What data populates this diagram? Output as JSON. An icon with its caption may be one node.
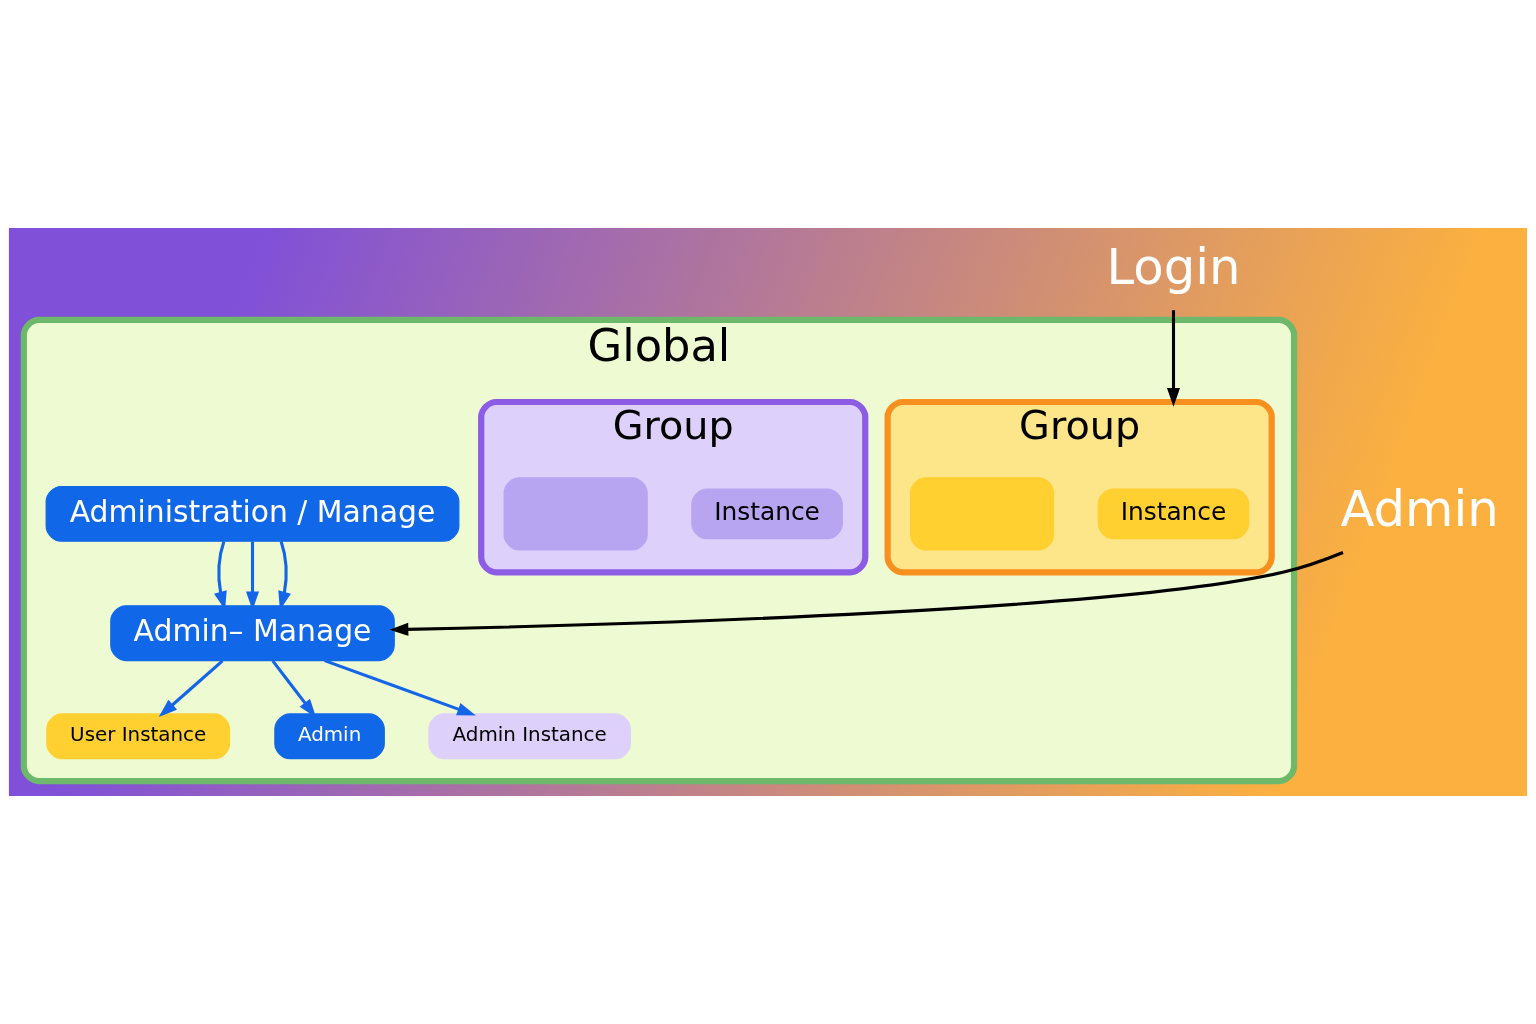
{
  "diagram": {
    "nodes": [
      {
        "text": [
          "Login"
        ]
      },
      {
        "text": [
          "Admin"
        ]
      },
      {
        "text": [
          "Global"
        ]
      },
      {
        "text": [
          "Group"
        ],
        "in": 2
      },
      {
        "text": [
          "Instance"
        ],
        "in": 3
      },
      {
        "text": [],
        "shape": "box",
        "in": 3
      },
      {
        "text": [
          "Group"
        ],
        "in": 2
      },
      {
        "text": [
          "Instance"
        ],
        "in": 6
      },
      {
        "text": [],
        "shape": "box",
        "in": 6
      },
      {
        "text": [
          "Administration / Manage"
        ],
        "in": 2
      },
      {
        "text": [
          "Admin– Manage"
        ],
        "in": 2
      },
      {
        "text": [
          "User Instance"
        ],
        "in": 2
      },
      {
        "text": [
          "Admin"
        ],
        "in": 2
      },
      {
        "text": [
          "Admin Instance"
        ],
        "in": 2
      }
    ],
    "edges": [
      {
        "from": 0,
        "to": 3,
        "arrow": "to",
        "color": "#000000"
      },
      {
        "from": 1,
        "to": 10,
        "arrow": "to",
        "color": "#000000"
      },
      {
        "from": 9,
        "to": 10,
        "arrow": "to"
      },
      {
        "from": 9,
        "to": 10,
        "arrow": "to"
      },
      {
        "from": 9,
        "to": 10,
        "arrow": "to"
      },
      {
        "from": 10,
        "to": 11,
        "arrow": "to"
      },
      {
        "from": 10,
        "to": 12,
        "arrow": "to"
      },
      {
        "from": 10,
        "to": 13,
        "arrow": "to"
      }
    ]
  }
}
